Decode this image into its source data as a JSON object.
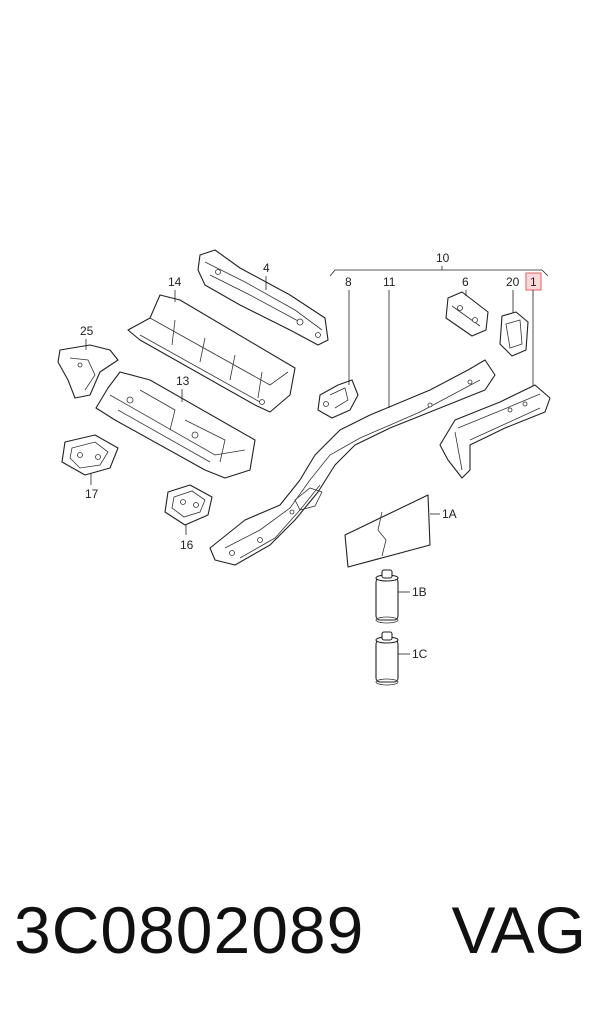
{
  "diagram": {
    "callouts": [
      "4",
      "14",
      "25",
      "13",
      "17",
      "16",
      "10",
      "8",
      "11",
      "6",
      "20",
      "1",
      "1A",
      "1B",
      "1C"
    ],
    "highlighted": "1"
  },
  "footer": {
    "part_number": "3C0802089",
    "brand": "VAG"
  }
}
